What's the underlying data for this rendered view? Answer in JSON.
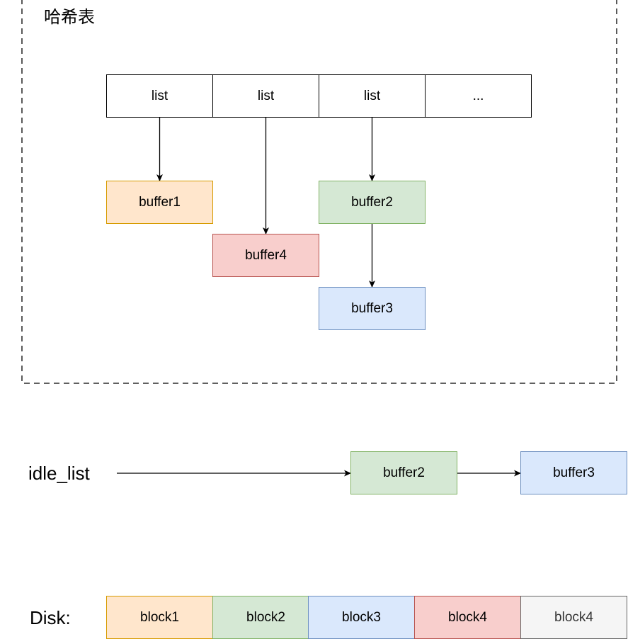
{
  "hash_table": {
    "title": "哈希表",
    "slots": [
      "list",
      "list",
      "list",
      "..."
    ],
    "buffers": {
      "buffer1": "buffer1",
      "buffer4": "buffer4",
      "buffer2": "buffer2",
      "buffer3": "buffer3"
    }
  },
  "idle_list": {
    "label": "idle_list",
    "items": [
      "buffer2",
      "buffer3"
    ]
  },
  "disk": {
    "label": "Disk:",
    "blocks": [
      "block1",
      "block2",
      "block3",
      "block4",
      "block4"
    ]
  },
  "colors": {
    "orange_fill": "#ffe6cc",
    "orange_stroke": "#d79b00",
    "red_fill": "#f8cecc",
    "red_stroke": "#b85450",
    "green_fill": "#d5e8d4",
    "green_stroke": "#82b366",
    "blue_fill": "#dae8fc",
    "blue_stroke": "#6c8ebf",
    "grey_fill": "#f5f5f5",
    "grey_stroke": "#666666"
  }
}
